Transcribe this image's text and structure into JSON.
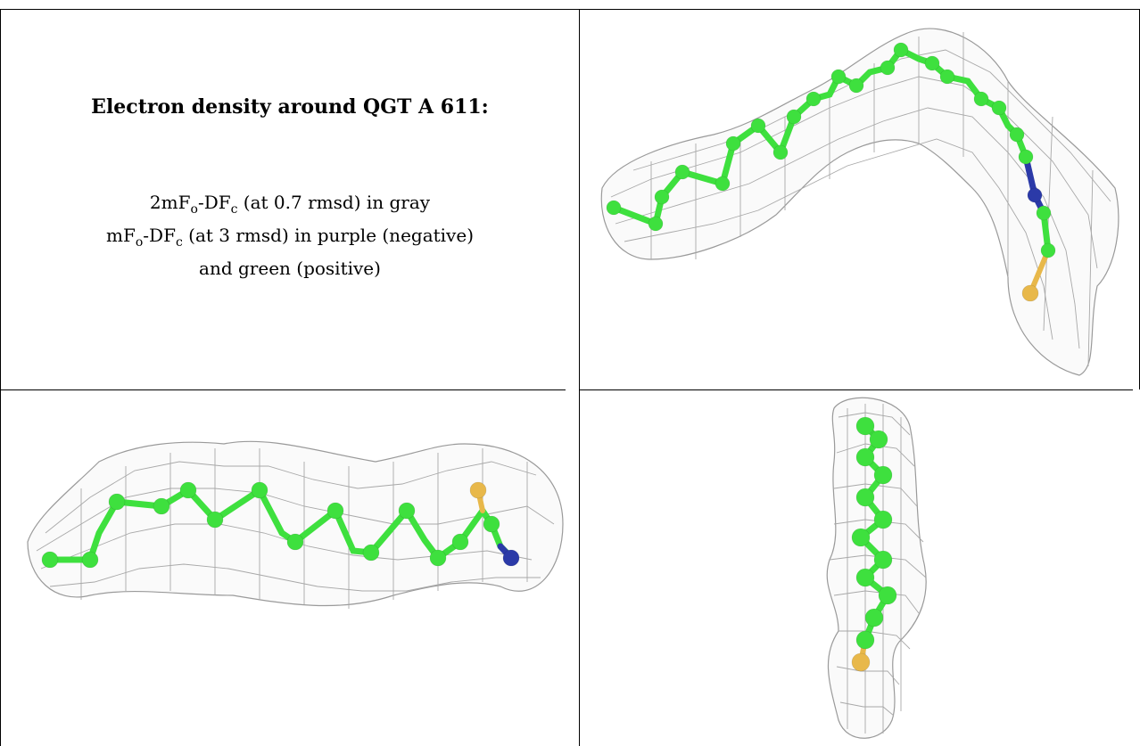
{
  "title": "Electron density around QGT A 611:",
  "legend": {
    "line1_prefix": "2mF",
    "line1_sub1": "o",
    "line1_mid": "-DF",
    "line1_sub2": "c",
    "line1_suffix": " (at 0.7 rmsd) in gray",
    "line2_prefix": "mF",
    "line2_sub1": "o",
    "line2_mid": "-DF",
    "line2_sub2": "c",
    "line2_suffix": " (at 3 rmsd) in purple (negative)",
    "line3": "and green (positive)"
  },
  "colors": {
    "carbon": "#3ee03e",
    "nitrogen": "#2b3aa8",
    "sulfur": "#e8b84a",
    "mesh": "#a8a8a8"
  },
  "panels": [
    {
      "name": "view-top-right",
      "content": "ligand-density-view"
    },
    {
      "name": "view-bottom-left",
      "content": "ligand-density-view"
    },
    {
      "name": "view-bottom-right",
      "content": "ligand-density-view"
    }
  ]
}
